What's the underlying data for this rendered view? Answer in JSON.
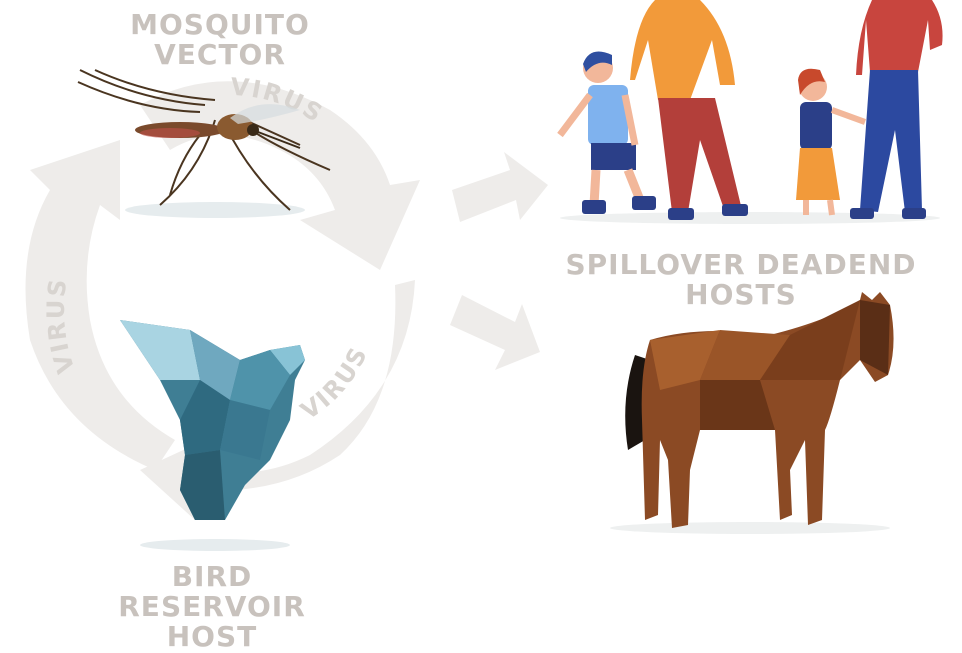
{
  "labels": {
    "vector": [
      "MOSQUITO",
      "VECTOR"
    ],
    "spillover": "SPILLOVER DEADEND HOSTS",
    "reservoir": [
      "BIRD",
      "RESERVOIR",
      "HOST"
    ],
    "virus": "VIRUS"
  },
  "colors": {
    "label": "#c8c2bd",
    "arrow": "#eeecea",
    "arrow_text": "#d8d4d0",
    "bird": "#3f7e94",
    "horse": "#8b4a24",
    "mosquito": "#6b4a2a"
  },
  "icons": [
    "mosquito",
    "bird",
    "family",
    "horse"
  ]
}
